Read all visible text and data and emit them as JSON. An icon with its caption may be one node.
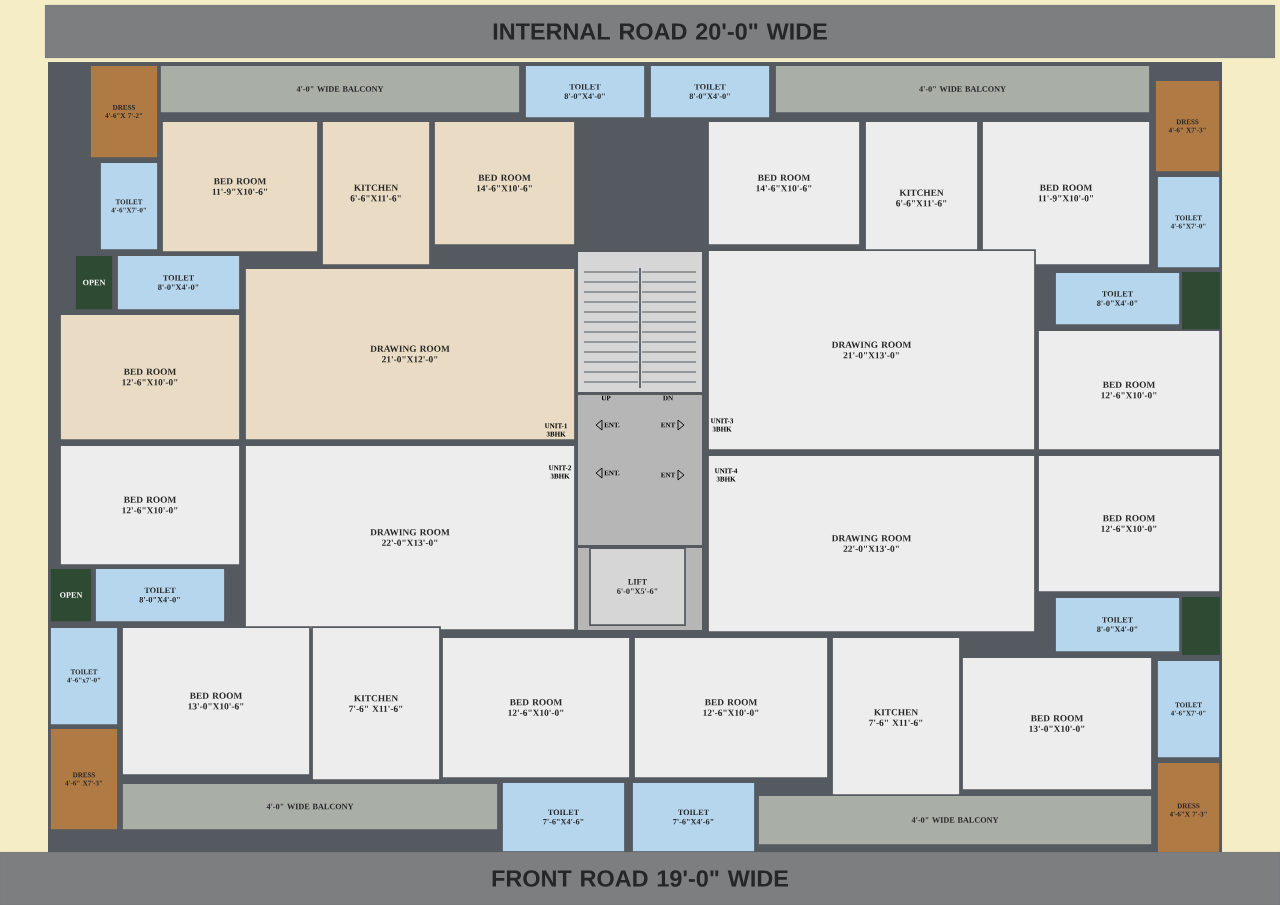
{
  "diagram": {
    "nodes": [
      {
        "text": [
          "INTERNAL ROAD 20'-0\" WIDE"
        ]
      },
      {
        "text": [
          "4'-0\" WIDE BALCONY"
        ]
      },
      {
        "text": [
          "TOILET",
          "8'-0\"X4'-0\""
        ]
      },
      {
        "text": [
          "TOILET",
          "8'-0\"X4'-0\""
        ]
      },
      {
        "text": [
          "4'-0\" WIDE BALCONY"
        ]
      },
      {
        "text": [
          "DRESS",
          "4'-6\"X 7'-2\""
        ]
      },
      {
        "text": [
          "BED ROOM",
          "11'-9\"X10'-6\""
        ]
      },
      {
        "text": [
          "KITCHEN",
          "6'-6\"X11'-6\""
        ]
      },
      {
        "text": [
          "BED ROOM",
          "14'-6\"X10'-6\""
        ]
      },
      {
        "text": [
          "BED ROOM",
          "14'-6\"X10'-6\""
        ]
      },
      {
        "text": [
          "KITCHEN",
          "6'-6\"X11'-6\""
        ]
      },
      {
        "text": [
          "BED ROOM",
          "11'-9\"X10'-0\""
        ]
      },
      {
        "text": [
          "DRESS",
          "4'-6\" X7'-3\""
        ]
      },
      {
        "text": [
          "TOILET",
          "4'-6\"X7'-0\""
        ]
      },
      {
        "text": [
          "TOILET",
          "4'-6\"X7'-0\""
        ]
      },
      {
        "text": [
          "OPEN"
        ]
      },
      {
        "text": [
          "TOILET",
          "8'-0\"X4'-0\""
        ]
      },
      {
        "text": [
          "TOILET",
          "8'-0\"X4'-0\""
        ]
      },
      {
        "text": [
          "DRAWING ROOM",
          "21'-0\"X12'-0\""
        ]
      },
      {
        "text": [
          "DRAWING ROOM",
          "21'-0\"X13'-0\""
        ]
      },
      {
        "text": [
          "BED ROOM",
          "12'-6\"X10'-0\""
        ]
      },
      {
        "text": [
          "BED ROOM",
          "12'-6\"X10'-0\""
        ]
      },
      {
        "text": [
          "LIFT",
          "6'-0\"X5'-6\""
        ]
      },
      {
        "text": [
          "BED ROOM",
          "12'-6\"X10'-0\""
        ]
      },
      {
        "text": [
          "DRAWING ROOM",
          "22'-0\"X13'-0\""
        ]
      },
      {
        "text": [
          "DRAWING ROOM",
          "22'-0\"X13'-0\""
        ]
      },
      {
        "text": [
          "BED ROOM",
          "12'-6\"X10'-0\""
        ]
      },
      {
        "text": [
          "OPEN"
        ]
      },
      {
        "text": [
          "TOILET",
          "8'-0\"X4'-0\""
        ]
      },
      {
        "text": [
          "TOILET",
          "8'-0\"X4'-0\""
        ]
      },
      {
        "text": [
          "TOILET",
          "4'-6\"x7'-0\""
        ]
      },
      {
        "text": [
          "BED ROOM",
          "13'-0\"X10'-6\""
        ]
      },
      {
        "text": [
          "KITCHEN",
          "7'-6\" X11'-6\""
        ]
      },
      {
        "text": [
          "BED ROOM",
          "12'-6\"X10'-0\""
        ]
      },
      {
        "text": [
          "BED ROOM",
          "12'-6\"X10'-0\""
        ]
      },
      {
        "text": [
          "KITCHEN",
          "7'-6\" X11'-6\""
        ]
      },
      {
        "text": [
          "BED ROOM",
          "13'-0\"X10'-0\""
        ]
      },
      {
        "text": [
          "TOILET",
          "4'-6\"X7'-0\""
        ]
      },
      {
        "text": [
          "DRESS",
          "4'-6\" X7'-3\""
        ]
      },
      {
        "text": [
          "DRESS",
          "4'-6\"X 7'-3\""
        ]
      },
      {
        "text": [
          "4'-0\" WIDE BALCONY"
        ]
      },
      {
        "text": [
          "TOILET",
          "7'-6\"X4'-6\""
        ]
      },
      {
        "text": [
          "TOILET",
          "7'-6\"X4'-6\""
        ]
      },
      {
        "text": [
          "4'-0\" WIDE BALCONY"
        ]
      },
      {
        "text": [
          "FRONT ROAD 19'-0\" WIDE"
        ]
      }
    ],
    "labels": [
      "UP",
      "DN",
      "UNIT-1 3BHK",
      "ENT.",
      "ENT",
      "UNIT-3 3BHK",
      "UNIT-2 3BHK",
      "ENT.",
      "ENT",
      "UNIT-4 3BHK"
    ]
  }
}
